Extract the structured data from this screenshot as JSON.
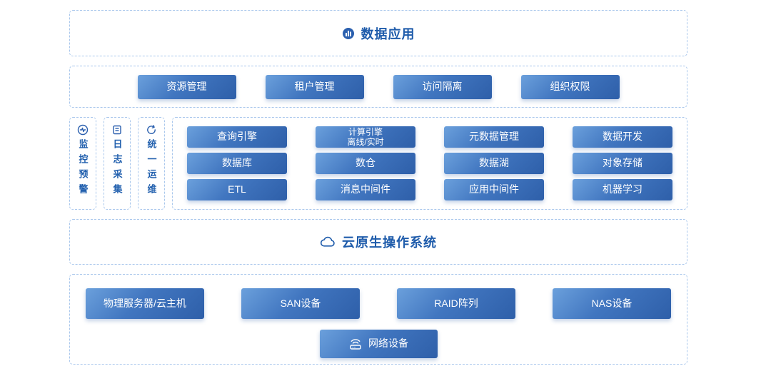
{
  "colors": {
    "button_gradient_start": "#6ba0dc",
    "button_gradient_end": "#2e5fa9",
    "dashed_border": "#a9c7ec",
    "title_text": "#1f5cab",
    "button_text": "#ffffff"
  },
  "top": {
    "title": "数据应用",
    "icon": "data-application-icon"
  },
  "app_layer": {
    "items": [
      {
        "label": "资源管理"
      },
      {
        "label": "租户管理"
      },
      {
        "label": "访问隔离"
      },
      {
        "label": "组织权限"
      }
    ]
  },
  "ops_sidebar": [
    {
      "label": "监控预警",
      "icon": "monitor-alert-icon"
    },
    {
      "label": "日志采集",
      "icon": "log-collect-icon"
    },
    {
      "label": "统一运维",
      "icon": "unified-ops-icon"
    }
  ],
  "platform_grid": {
    "rows": [
      [
        "查询引擎",
        "计算引擎\n离线/实时",
        "元数据管理",
        "数据开发"
      ],
      [
        "数据库",
        "数仓",
        "数据湖",
        "对象存储"
      ],
      [
        "ETL",
        "消息中间件",
        "应用中间件",
        "机器学习"
      ]
    ]
  },
  "os_layer": {
    "title": "云原生操作系统",
    "icon": "cloud-icon"
  },
  "infrastructure": {
    "items": [
      {
        "label": "物理服务器/云主机"
      },
      {
        "label": "SAN设备"
      },
      {
        "label": "RAID阵列"
      },
      {
        "label": "NAS设备"
      }
    ],
    "network": {
      "label": "网络设备",
      "icon": "network-device-icon"
    }
  }
}
